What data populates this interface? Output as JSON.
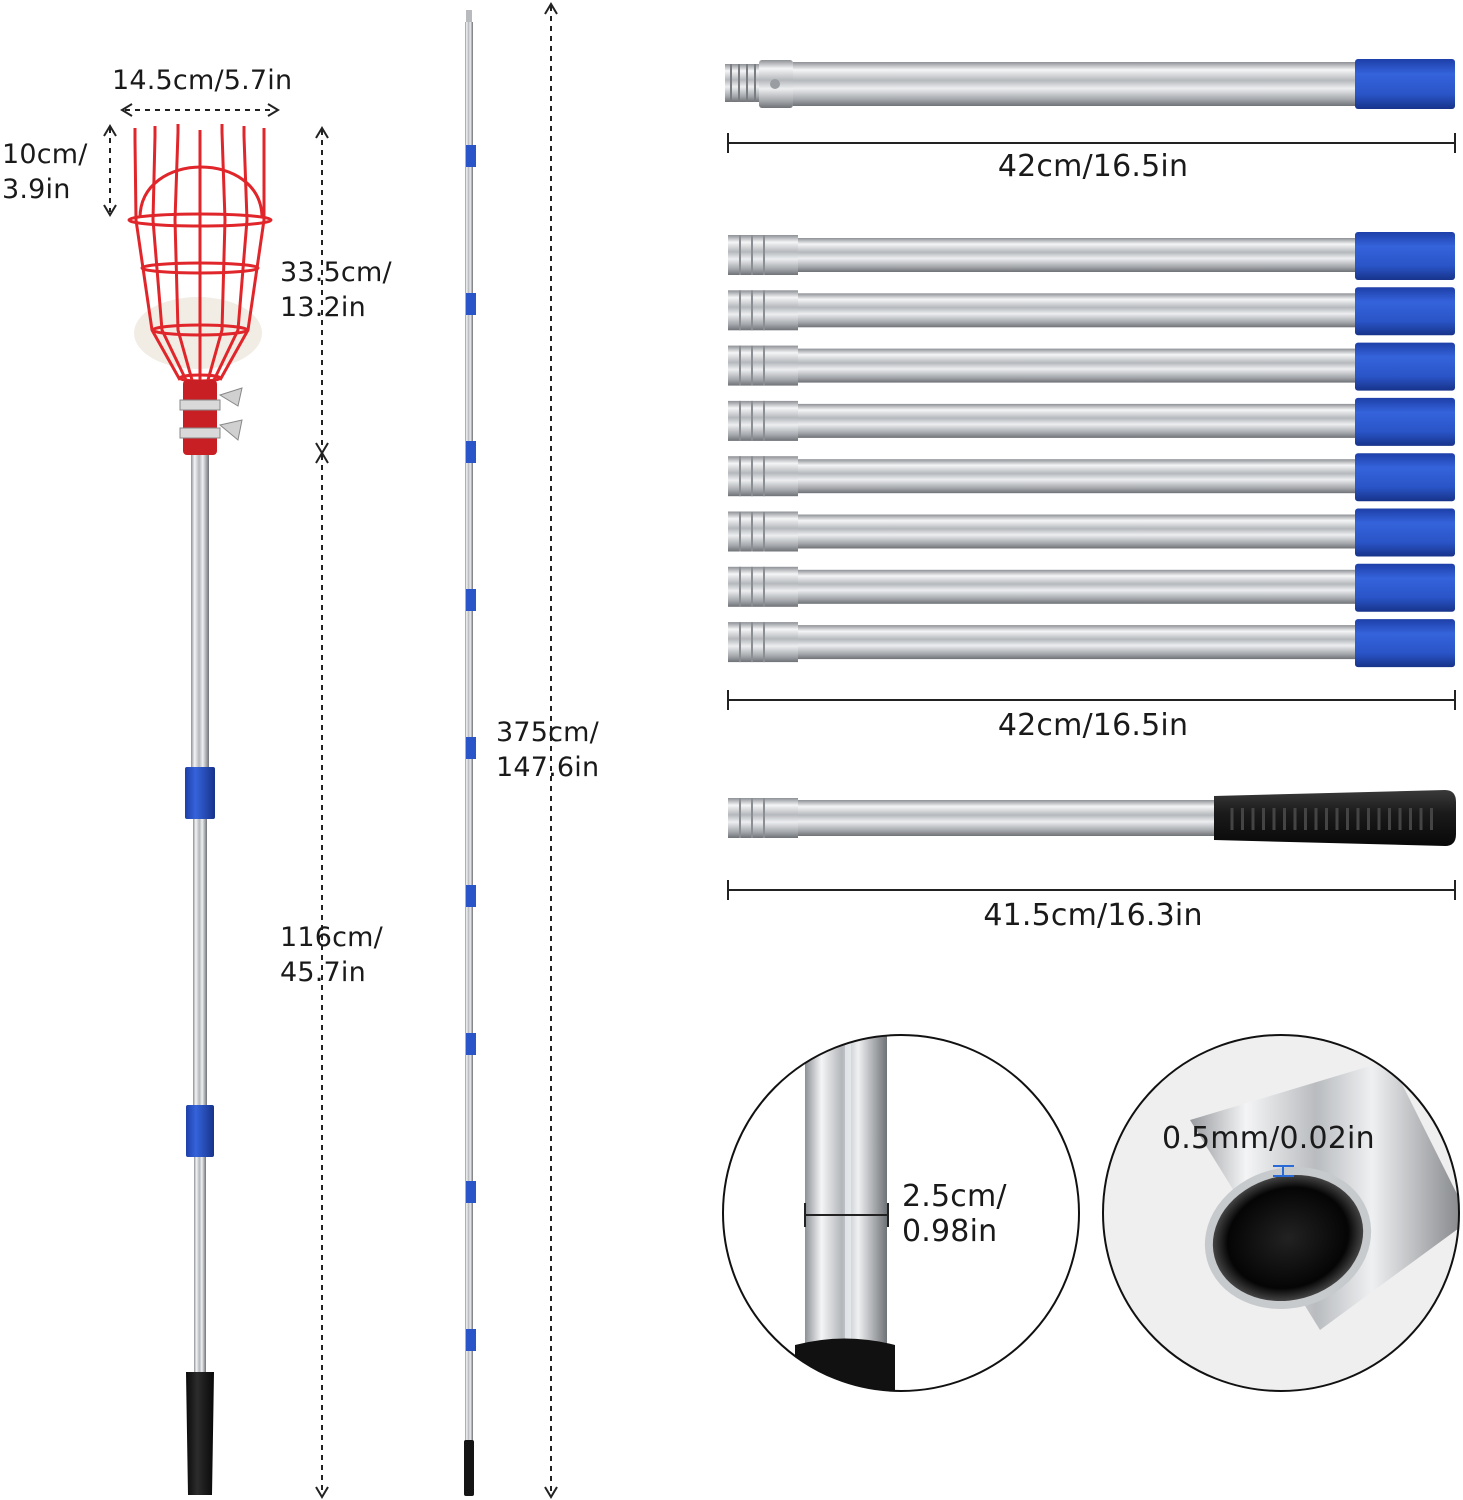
{
  "basket": {
    "width_label": "14.5cm/5.7in",
    "top_height_line1": "10cm/",
    "top_height_line2": "3.9in",
    "total_height_line1": "33.5cm/",
    "total_height_line2": "13.2in"
  },
  "pole_section": {
    "length_line1": "116cm/",
    "length_line2": "45.7in"
  },
  "full_pole": {
    "length_line1": "375cm/",
    "length_line2": "147.6in"
  },
  "segments": {
    "threaded_tip_label": "42cm/16.5in",
    "middle_label": "42cm/16.5in",
    "middle_count": 8,
    "handle_label": "41.5cm/16.3in"
  },
  "details": {
    "diameter_line1": "2.5cm/",
    "diameter_line2": "0.98in",
    "wall_thickness_label": "0.5mm/0.02in"
  },
  "colors": {
    "basket_red": "#e0262a",
    "sleeve_blue": "#2a55c8",
    "grip_black": "#1b1b1b",
    "steel": "#c9ccd0"
  }
}
